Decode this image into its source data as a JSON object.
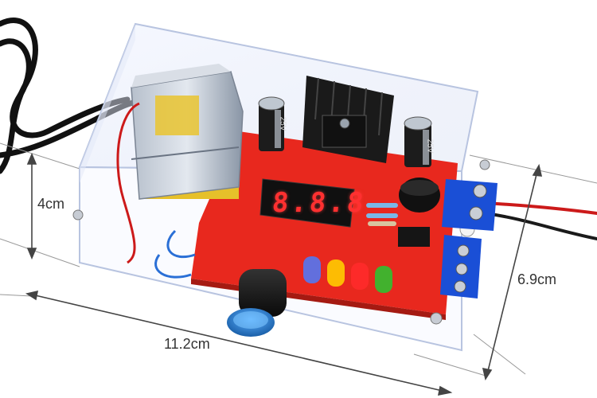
{
  "dimensions": {
    "height_label": "4cm",
    "length_label": "11.2cm",
    "width_label": "6.9cm"
  },
  "display": {
    "readout": "8.8.8"
  },
  "components": {
    "capacitor_left_marking": "25V",
    "capacitor_right_marking": "25V"
  },
  "colors": {
    "pcb": "#e8281e",
    "terminal_block": "#1a4fd6",
    "knob": "#1a1a1a",
    "knob_cap": "#2a7fd0",
    "led_blue": "#4a7bff",
    "led_yellow": "#ffcc00",
    "led_red": "#ff2a2a",
    "led_green": "#30c030"
  }
}
